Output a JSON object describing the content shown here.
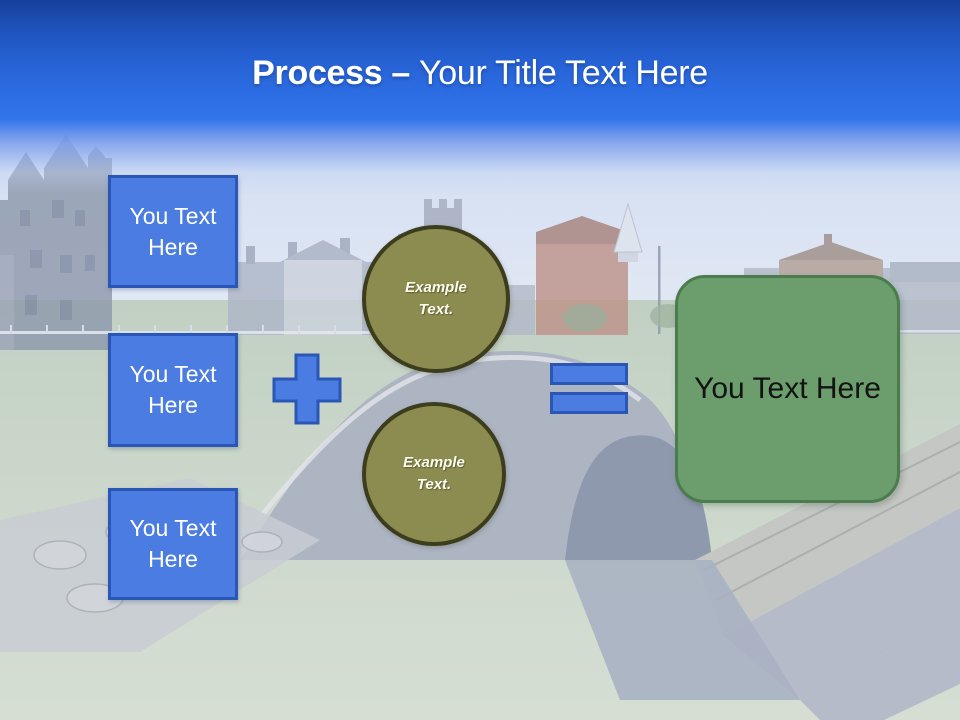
{
  "slide": {
    "title": {
      "emphasis": "Process",
      "separator": "–",
      "text": "Your Title Text Here"
    },
    "background_alt": "Washed-out photo of St Andrews golf links with stone Swilcan bridge, old town skyline and grass",
    "process": {
      "inputs": [
        {
          "label": "You Text Here"
        },
        {
          "label": "You Text Here"
        },
        {
          "label": "You Text Here"
        }
      ],
      "steps": [
        {
          "label": "Example Text."
        },
        {
          "label": "Example Text."
        }
      ],
      "result": {
        "label": "You Text Here"
      }
    },
    "colors": {
      "header_blue_dark": "#163f9b",
      "header_blue_light": "#3274ea",
      "shape_blue_fill": "#4a7ce2",
      "shape_blue_border": "#2a57b6",
      "circle_olive_fill": "#8c8c51",
      "circle_olive_border": "#3c3d1d",
      "result_green_fill": "#6b9e6c",
      "result_green_border": "#4b7c4e",
      "title_text": "#ffffff"
    }
  }
}
